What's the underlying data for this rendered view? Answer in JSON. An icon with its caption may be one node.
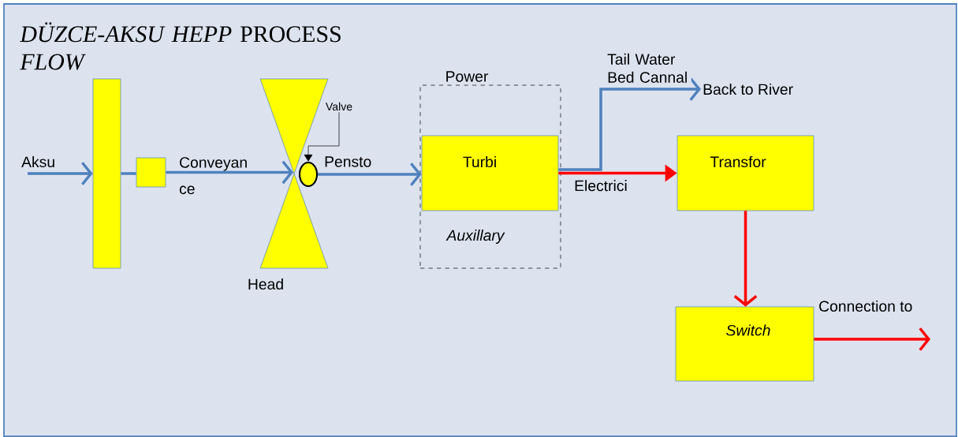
{
  "diagram": {
    "title": "*DÜZCE-AKSU HEPP* PROCESS *FLOW*",
    "nodes": [
      {
        "text": [],
        "shape": "bar"
      },
      {
        "text": [],
        "shape": "box"
      },
      {
        "text": [
          "Head"
        ]
      },
      {
        "text": [],
        "shape": "circle"
      },
      {
        "text": [
          "Valve"
        ]
      },
      {
        "text": [
          "Power",
          "Auxillary"
        ]
      },
      {
        "text": [
          "Turbi"
        ],
        "in": 5
      },
      {
        "text": [
          "Transfor"
        ]
      },
      {
        "text": [
          "Switch"
        ]
      },
      {
        "text": [
          "Back to River"
        ]
      }
    ],
    "edges": [
      {
        "from": null,
        "to": 0,
        "arrow": "to",
        "label": "Aksu"
      },
      {
        "from": 0,
        "to": 1,
        "arrow": "none"
      },
      {
        "from": 1,
        "to": 2,
        "arrow": "to",
        "label": "Conveyan ce"
      },
      {
        "from": 4,
        "to": 3,
        "arrow": "to",
        "color": "#000000"
      },
      {
        "from": 3,
        "to": 6,
        "arrow": "to",
        "label": "Pensto"
      },
      {
        "from": 6,
        "to": 9,
        "arrow": "to",
        "label": "Tail Water Bed Cannal"
      },
      {
        "from": 6,
        "to": 7,
        "arrow": "to",
        "label": "Electrici",
        "color": "#ff0000"
      },
      {
        "from": 7,
        "to": 8,
        "arrow": "to",
        "color": "#ff0000"
      },
      {
        "from": 8,
        "to": null,
        "arrow": "to",
        "label": "Connection to",
        "color": "#ff0000"
      }
    ]
  }
}
